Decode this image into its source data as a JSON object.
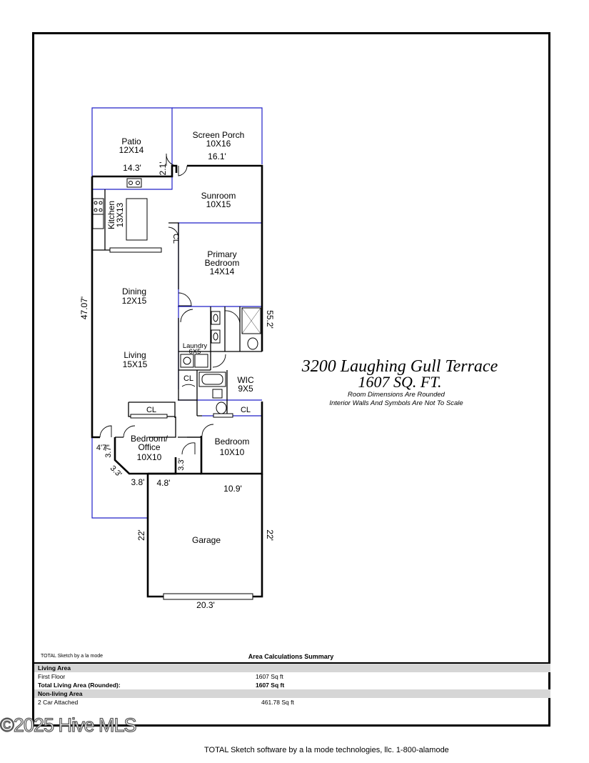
{
  "rooms": {
    "patio": {
      "name": "Patio",
      "dim": "12X14"
    },
    "screen_porch": {
      "name": "Screen Porch",
      "dim": "10X16"
    },
    "sunroom": {
      "name": "Sunroom",
      "dim": "10X15"
    },
    "kitchen": {
      "name": "Kitchen",
      "dim": "13X13"
    },
    "primary_bedroom": {
      "name1": "Primary",
      "name2": "Bedroom",
      "dim": "14X14"
    },
    "dining": {
      "name": "Dining",
      "dim": "12X15"
    },
    "living": {
      "name": "Living",
      "dim": "15X15"
    },
    "laundry": {
      "name": "Laundry",
      "dim": "6X5"
    },
    "wic": {
      "name": "WIC",
      "dim": "9X5"
    },
    "bedroom_office": {
      "name1": "Bedroom/",
      "name2": "Office",
      "dim": "10X10"
    },
    "bedroom": {
      "name": "Bedroom",
      "dim": "10X10"
    },
    "garage": {
      "name": "Garage"
    },
    "closet_label": "CL"
  },
  "dimensions": {
    "patio_width": "14.3'",
    "porch_width": "16.1'",
    "porch_step": "2.1'",
    "left_length": "47.07'",
    "right_length": "55.2'",
    "d_4_7": "4'7\"",
    "d_3_7": "3.7'",
    "d_3_3a": "3.3'",
    "d_3_8": "3.8'",
    "d_4_8": "4.8'",
    "d_3_3b": "3.3'",
    "d_10_9": "10.9'",
    "garage_left": "22'",
    "garage_right": "22'",
    "garage_width": "20.3'"
  },
  "header": {
    "address": "3200 Laughing Gull Terrace",
    "sqft": "1607 SQ. FT.",
    "note1": "Room Dimensions Are Rounded",
    "note2": "Interior Walls And Symbols Are Not To Scale"
  },
  "summary": {
    "sketch_credit": "TOTAL Sketch by a la mode",
    "title": "Area Calculations Summary",
    "living_area": "Living Area",
    "first_floor": "First Floor",
    "first_floor_value": "1607 Sq ft",
    "total_living": "Total Living Area (Rounded):",
    "total_living_value": "1607 Sq ft",
    "non_living": "Non-living Area",
    "garage": "2 Car Attached",
    "garage_value": "461.78 Sq ft"
  },
  "watermark": "©2025 Hive MLS",
  "footer": "TOTAL Sketch software by a la mode technologies, llc. 1-800-alamode",
  "colors": {
    "outdoor_line": "#2020c8",
    "wall": "#000000"
  }
}
